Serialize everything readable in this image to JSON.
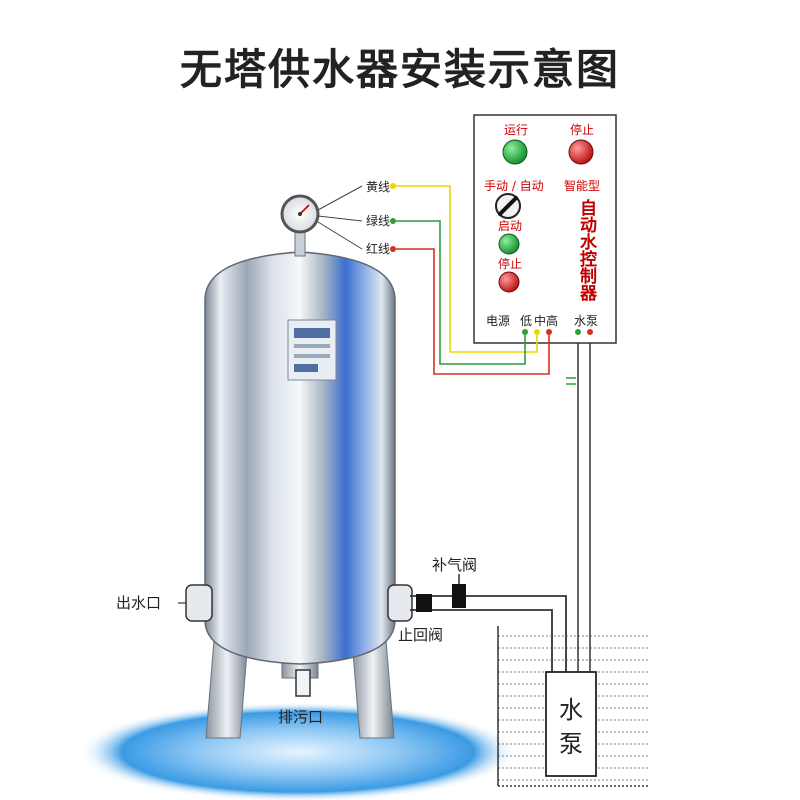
{
  "title": "无塔供水器安装示意图",
  "control_box": {
    "run_label": "运行",
    "stop_top_label": "停止",
    "manual_auto_label": "手动 / 自动",
    "smart_label": "智能型",
    "start_label": "启动",
    "stop_label": "停止",
    "brand_chars": [
      "自",
      "动",
      "水",
      "控",
      "制",
      "器"
    ],
    "terminals": {
      "power": "电源",
      "low": "低",
      "mid": "中",
      "high": "高",
      "pump": "水泵"
    }
  },
  "wires": {
    "yellow": "黄线",
    "green": "绿线",
    "red": "红线"
  },
  "pipes": {
    "outlet": "出水口",
    "air_valve": "补气阀",
    "check_valve": "止回阀",
    "drain": "排污口"
  },
  "pump": {
    "label_line1": "水",
    "label_line2": "泵"
  },
  "colors": {
    "yellow_wire": "#e8d800",
    "green_wire": "#2e9e3a",
    "red_wire": "#d0321e",
    "run_light": "#1fa83a",
    "stop_light": "#d81e1e"
  }
}
